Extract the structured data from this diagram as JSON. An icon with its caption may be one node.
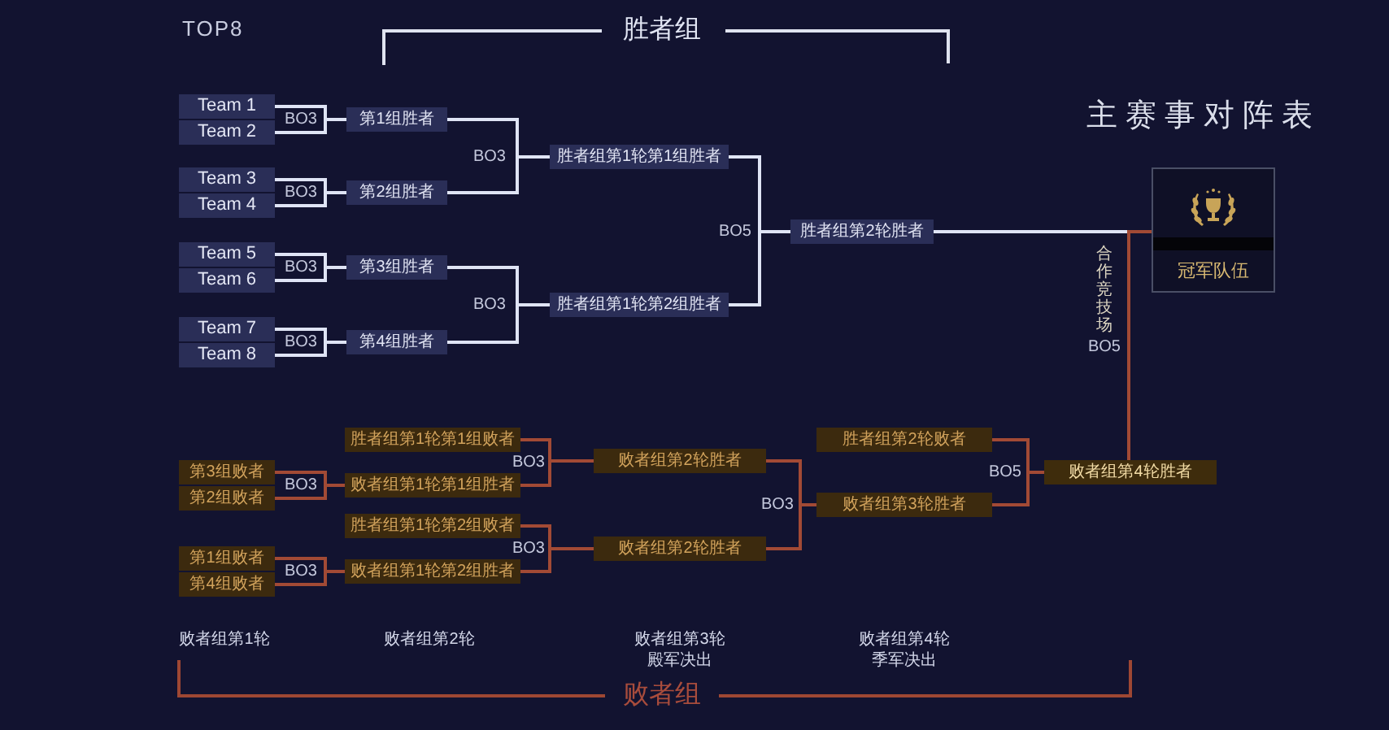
{
  "diagram": {
    "title": "主赛事对阵表",
    "nodes": [
      {
        "text": [
          "Team 1"
        ]
      },
      {
        "text": [
          "Team 2"
        ]
      },
      {
        "text": [
          "Team 3"
        ]
      },
      {
        "text": [
          "Team 4"
        ]
      },
      {
        "text": [
          "Team 5"
        ]
      },
      {
        "text": [
          "Team 6"
        ]
      },
      {
        "text": [
          "Team 7"
        ]
      },
      {
        "text": [
          "Team 8"
        ]
      },
      {
        "text": [
          "第1组胜者"
        ]
      },
      {
        "text": [
          "第2组胜者"
        ]
      },
      {
        "text": [
          "第3组胜者"
        ]
      },
      {
        "text": [
          "第4组胜者"
        ]
      },
      {
        "text": [
          "胜者组第1轮第1组胜者"
        ]
      },
      {
        "text": [
          "胜者组第1轮第2组胜者"
        ]
      },
      {
        "text": [
          "胜者组第2轮胜者"
        ]
      },
      {
        "text": [
          "冠军队伍"
        ]
      },
      {
        "text": [
          "第3组败者"
        ]
      },
      {
        "text": [
          "第2组败者"
        ]
      },
      {
        "text": [
          "第1组败者"
        ]
      },
      {
        "text": [
          "第4组败者"
        ]
      },
      {
        "text": [
          "胜者组第1轮第1组败者"
        ]
      },
      {
        "text": [
          "败者组第1轮第1组胜者"
        ]
      },
      {
        "text": [
          "胜者组第1轮第2组败者"
        ]
      },
      {
        "text": [
          "败者组第1轮第2组胜者"
        ]
      },
      {
        "text": [
          "败者组第2轮胜者"
        ]
      },
      {
        "text": [
          "败者组第2轮胜者"
        ]
      },
      {
        "text": [
          "胜者组第2轮败者"
        ]
      },
      {
        "text": [
          "败者组第3轮胜者"
        ]
      },
      {
        "text": [
          "败者组第4轮胜者"
        ]
      }
    ],
    "edges": [
      {
        "from": 0,
        "to": 8,
        "arrow": "none"
      },
      {
        "from": 1,
        "to": 8,
        "arrow": "none"
      },
      {
        "from": 2,
        "to": 9,
        "arrow": "none"
      },
      {
        "from": 3,
        "to": 9,
        "arrow": "none"
      },
      {
        "from": 4,
        "to": 10,
        "arrow": "none"
      },
      {
        "from": 5,
        "to": 10,
        "arrow": "none"
      },
      {
        "from": 6,
        "to": 11,
        "arrow": "none"
      },
      {
        "from": 7,
        "to": 11,
        "arrow": "none"
      },
      {
        "from": 8,
        "to": 12,
        "arrow": "none"
      },
      {
        "from": 9,
        "to": 12,
        "arrow": "none"
      },
      {
        "from": 10,
        "to": 13,
        "arrow": "none"
      },
      {
        "from": 11,
        "to": 13,
        "arrow": "none"
      },
      {
        "from": 12,
        "to": 14,
        "arrow": "none"
      },
      {
        "from": 13,
        "to": 14,
        "arrow": "none"
      },
      {
        "from": 14,
        "to": 15,
        "arrow": "none"
      },
      {
        "from": 16,
        "to": 21,
        "arrow": "none",
        "color": "#a24a35"
      },
      {
        "from": 17,
        "to": 21,
        "arrow": "none",
        "color": "#a24a35"
      },
      {
        "from": 18,
        "to": 23,
        "arrow": "none",
        "color": "#a24a35"
      },
      {
        "from": 19,
        "to": 23,
        "arrow": "none",
        "color": "#a24a35"
      },
      {
        "from": 20,
        "to": 24,
        "arrow": "none",
        "color": "#a24a35"
      },
      {
        "from": 21,
        "to": 24,
        "arrow": "none",
        "color": "#a24a35"
      },
      {
        "from": 22,
        "to": 25,
        "arrow": "none",
        "color": "#a24a35"
      },
      {
        "from": 23,
        "to": 25,
        "arrow": "none",
        "color": "#a24a35"
      },
      {
        "from": 24,
        "to": 27,
        "arrow": "none",
        "color": "#a24a35"
      },
      {
        "from": 25,
        "to": 27,
        "arrow": "none",
        "color": "#a24a35"
      },
      {
        "from": 26,
        "to": 28,
        "arrow": "none",
        "color": "#a24a35"
      },
      {
        "from": 27,
        "to": 28,
        "arrow": "none",
        "color": "#a24a35"
      },
      {
        "from": 28,
        "to": 15,
        "arrow": "none",
        "color": "#a24a35"
      }
    ],
    "labels": [
      "TOP8",
      "胜者组",
      "BO3",
      "BO3",
      "BO3",
      "BO3",
      "BO3",
      "BO3",
      "BO5",
      "合作竞技场",
      "BO5",
      "BO3",
      "BO3",
      "BO3",
      "BO3",
      "BO3",
      "BO5",
      "败者组第1轮",
      "败者组第2轮",
      "败者组第3轮",
      "殿军决出",
      "败者组第4轮",
      "季军决出",
      "败者组"
    ]
  }
}
